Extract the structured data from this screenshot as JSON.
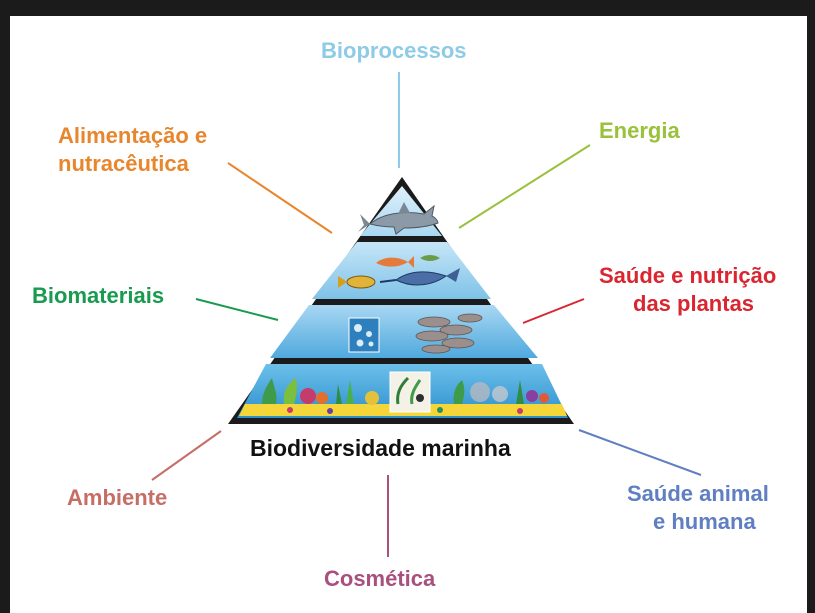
{
  "center_label": "Biodiversidade marinha",
  "labels": {
    "bioprocessos": {
      "lines": [
        "Bioprocessos"
      ],
      "color": "#8ecbe6"
    },
    "alimentacao": {
      "lines": [
        "Alimentação e",
        "nutracêutica"
      ],
      "color": "#e8862d"
    },
    "energia": {
      "lines": [
        "Energia"
      ],
      "color": "#99c13b"
    },
    "biomateriais": {
      "lines": [
        "Biomateriais"
      ],
      "color": "#189a4f"
    },
    "saude_plantas": {
      "lines": [
        "Saúde e nutrição",
        "das plantas"
      ],
      "color": "#d92630"
    },
    "ambiente": {
      "lines": [
        "Ambiente"
      ],
      "color": "#c66e66"
    },
    "saude_animal": {
      "lines": [
        "Saúde animal",
        "e humana"
      ],
      "color": "#5f7fc2"
    },
    "cosmetica": {
      "lines": [
        "Cosmética"
      ],
      "color": "#a8507e"
    }
  },
  "colors": {
    "frame": "#1b1b1b",
    "water_light": "#cfe9f7",
    "water_mid": "#7fc2e7",
    "water_deep": "#3a9fd9",
    "sand": "#f5d63a"
  },
  "icons": [
    "shark-icon",
    "fish-icon",
    "plankton-icon",
    "coral-icon",
    "seaweed-icon"
  ]
}
